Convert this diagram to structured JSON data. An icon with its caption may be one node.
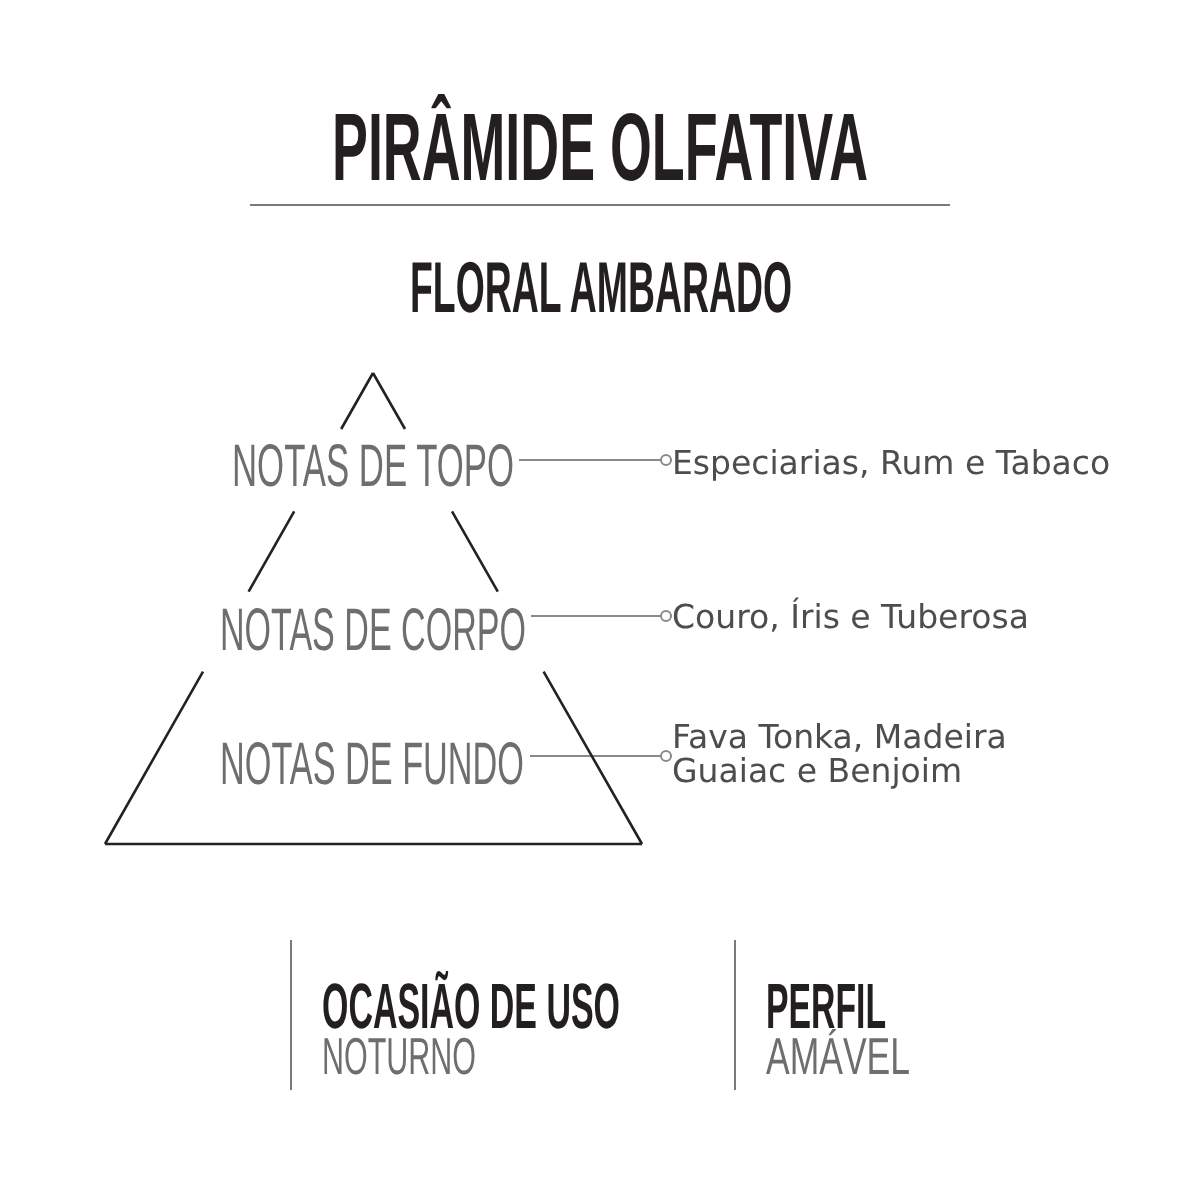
{
  "diagram": {
    "title": "PIRÂMIDE OLFATIVA",
    "nodes": [
      {
        "text": [],
        "shape": "triangle"
      },
      {
        "text": [
          "NOTAS DE TOPO"
        ],
        "in": 0
      },
      {
        "text": [
          "Especiarias, Rum e Tabaco"
        ]
      },
      {
        "text": [
          "NOTAS DE CORPO"
        ],
        "in": 0
      },
      {
        "text": [
          "Couro, Íris e Tuberosa"
        ]
      },
      {
        "text": [
          "NOTAS DE FUNDO"
        ],
        "in": 0
      },
      {
        "text": [
          "Fava Tonka, Madeira Guaiac e Benjoim"
        ]
      }
    ],
    "edges": [
      {
        "from": 1,
        "to": 2,
        "arrow": "other"
      },
      {
        "from": 3,
        "to": 4,
        "arrow": "other"
      },
      {
        "from": 5,
        "to": 6,
        "arrow": "other"
      }
    ],
    "labels": [
      "FLORAL AMBARADO",
      "OCASIÃO DE USO",
      "NOTURNO",
      "PERFIL",
      "AMÁVEL"
    ]
  }
}
